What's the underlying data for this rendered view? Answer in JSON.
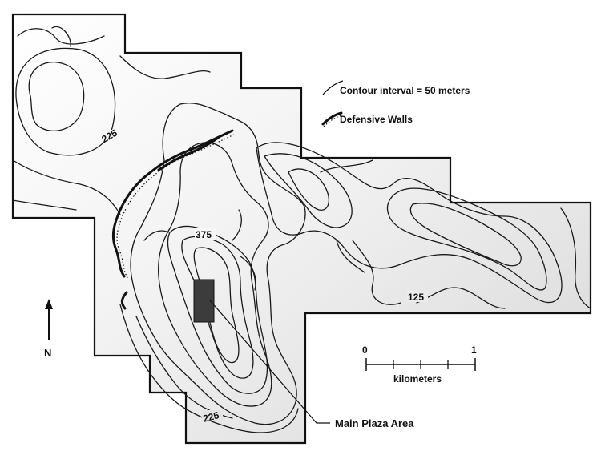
{
  "legend": {
    "contour_interval": "Contour interval = 50 meters",
    "defensive_walls": "Defensive Walls"
  },
  "contour_labels": {
    "c225_north": "225",
    "c375": "375",
    "c125": "125",
    "c225_south": "225"
  },
  "north_arrow": {
    "label": "N"
  },
  "scale_bar": {
    "start": "0",
    "end": "1",
    "unit": "kilometers"
  },
  "main_plaza": {
    "label": "Main Plaza Area"
  },
  "colors": {
    "boundary": "#111111",
    "fill": "#e2e2e2",
    "plaza": "#3c3c3c"
  }
}
